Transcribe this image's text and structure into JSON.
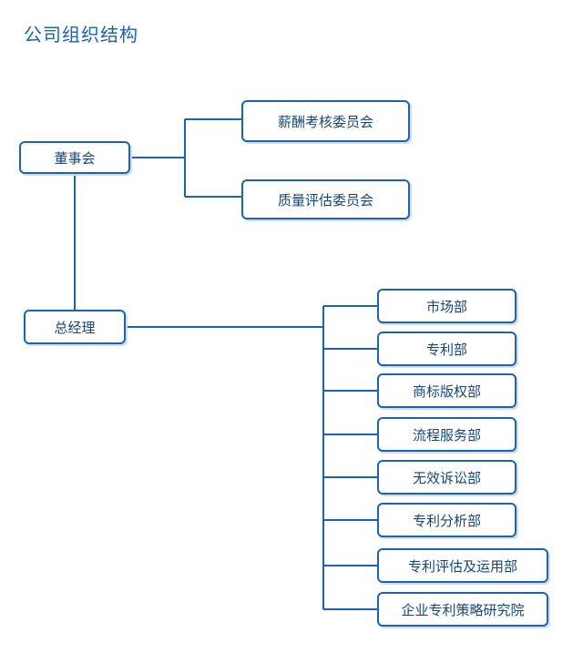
{
  "title": "公司组织结构",
  "colors": {
    "accent": "#1a64b0",
    "text": "#14467a"
  },
  "board": {
    "label": "董事会"
  },
  "committees": [
    {
      "label": "薪酬考核委员会"
    },
    {
      "label": "质量评估委员会"
    }
  ],
  "general_manager": {
    "label": "总经理"
  },
  "departments": [
    {
      "label": "市场部"
    },
    {
      "label": "专利部"
    },
    {
      "label": "商标版权部"
    },
    {
      "label": "流程服务部"
    },
    {
      "label": "无效诉讼部"
    },
    {
      "label": "专利分析部"
    },
    {
      "label": "专利评估及运用部"
    },
    {
      "label": "企业专利策略研究院"
    }
  ]
}
